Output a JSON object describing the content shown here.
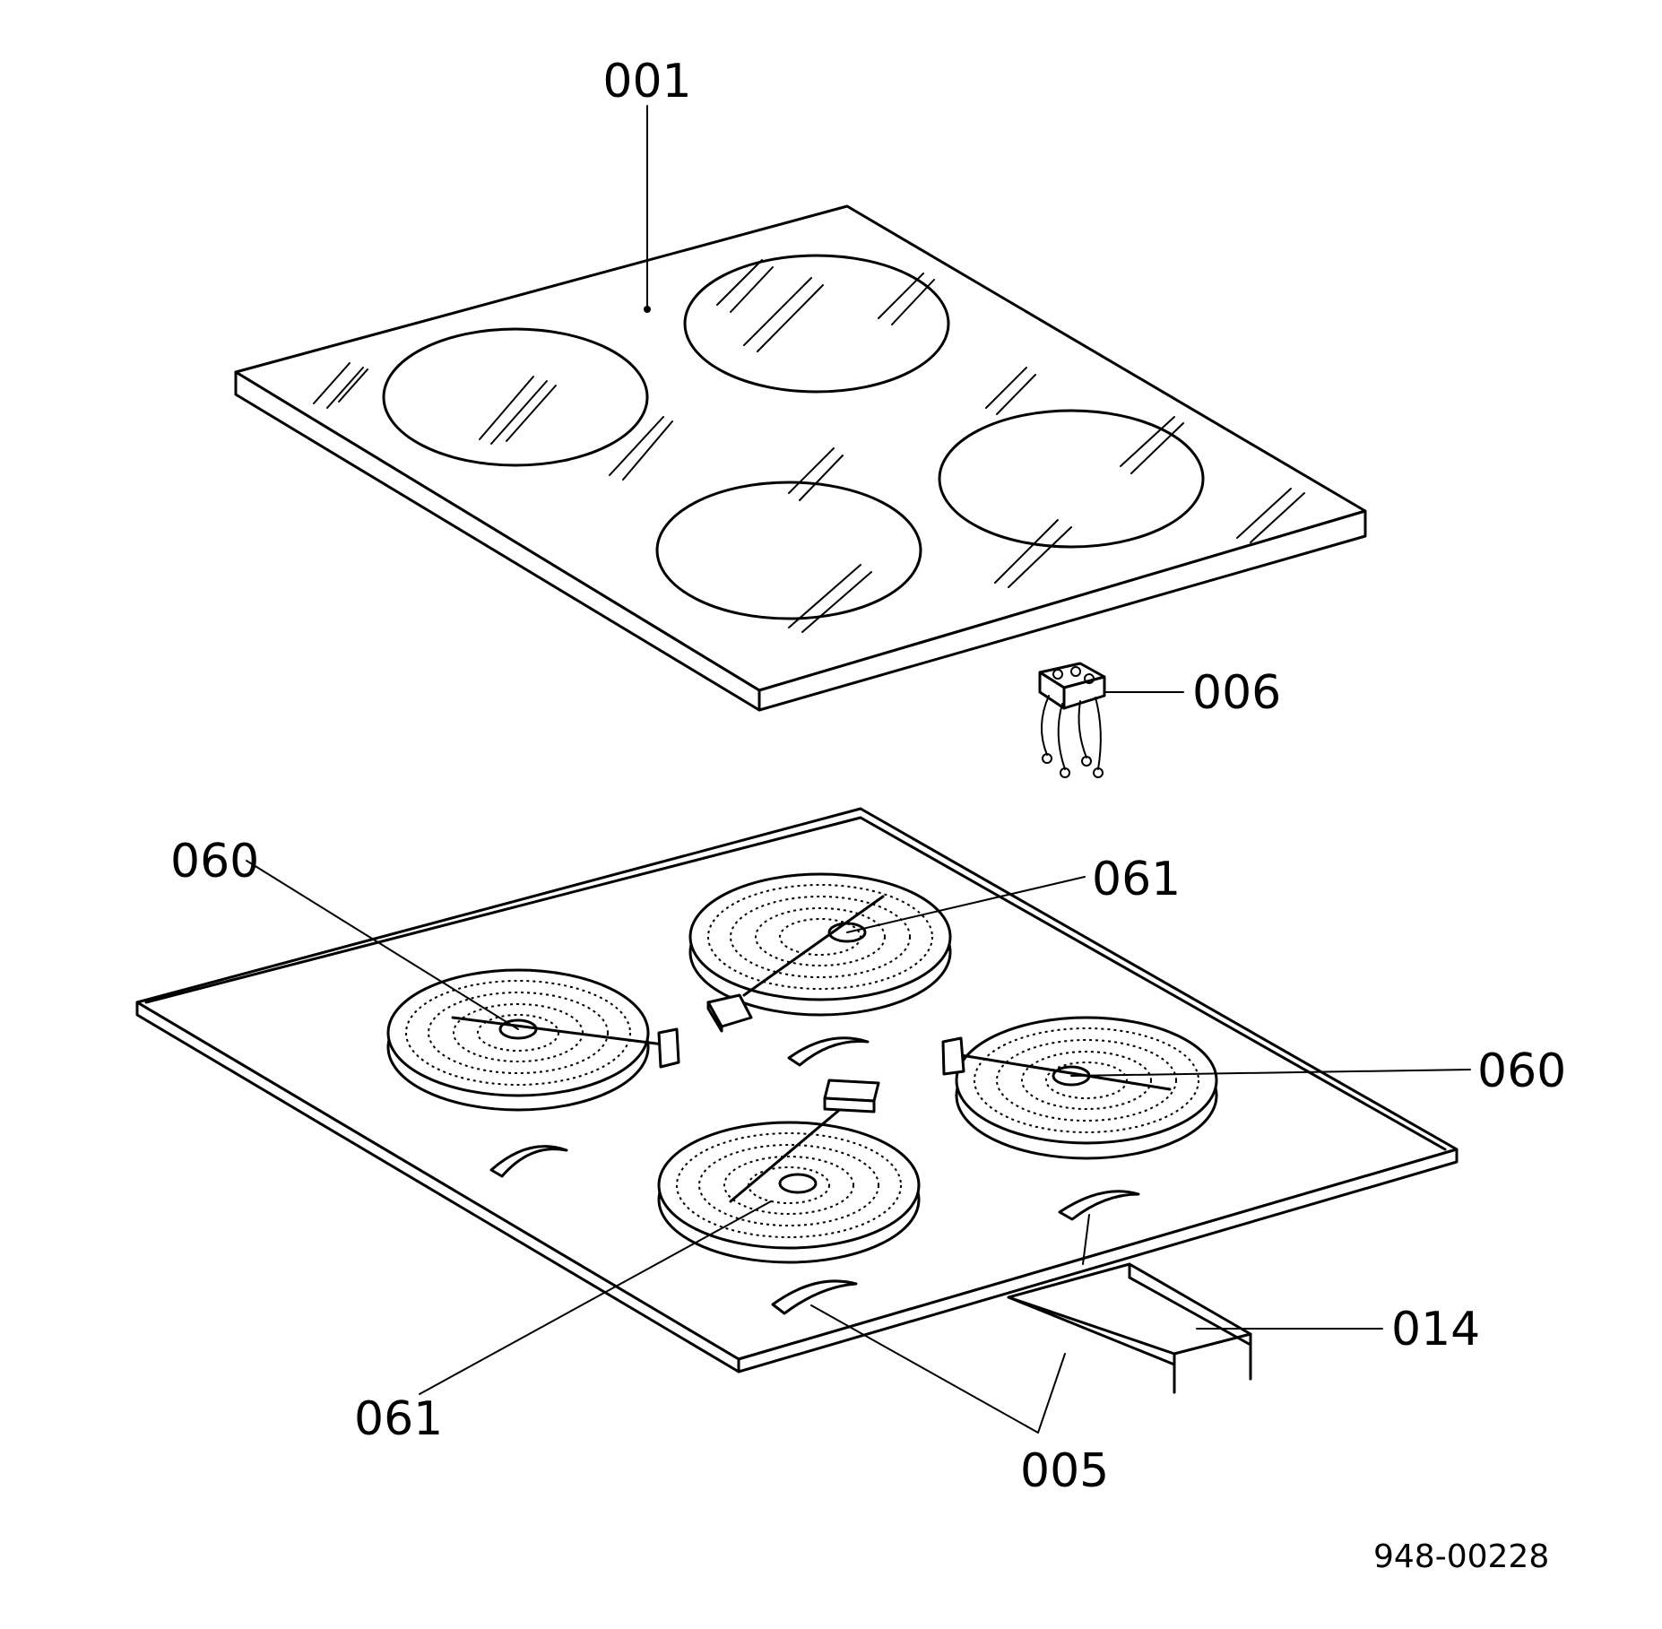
{
  "callouts": {
    "c001": "001",
    "c006": "006",
    "c060_left": "060",
    "c061_top": "061",
    "c060_right": "060",
    "c061_bottom": "061",
    "c014": "014",
    "c005": "005"
  },
  "drawing_code": "948-00228",
  "colors": {
    "ink": "#000000",
    "paper": "#ffffff"
  }
}
